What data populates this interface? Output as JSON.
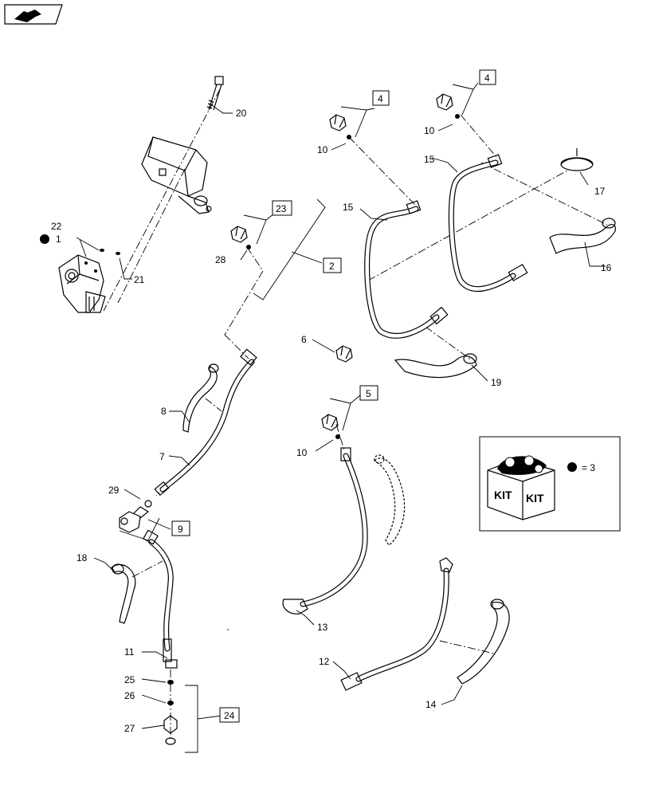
{
  "nav_icon": "book-arrow-icon",
  "callouts": {
    "c1": "1",
    "c2": "2",
    "c4a": "4",
    "c4b": "4",
    "c5": "5",
    "c6": "6",
    "c7": "7",
    "c8": "8",
    "c9": "9",
    "c10a": "10",
    "c10b": "10",
    "c10c": "10",
    "c11": "11",
    "c12": "12",
    "c13": "13",
    "c14": "14",
    "c15a": "15",
    "c15b": "15",
    "c16": "16",
    "c17": "17",
    "c18": "18",
    "c19": "19",
    "c20": "20",
    "c21": "21",
    "c22": "22",
    "c23": "23",
    "c24": "24",
    "c25": "25",
    "c26": "26",
    "c27": "27",
    "c28": "28",
    "c29": "29"
  },
  "kit": {
    "label_left": "KIT",
    "label_right": "KIT",
    "legend_symbol": "●",
    "legend_text": "= 3"
  }
}
